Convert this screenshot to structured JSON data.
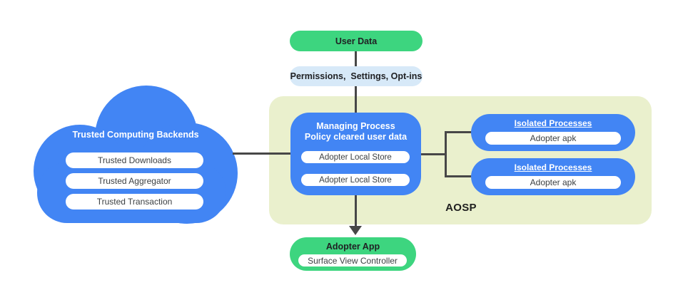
{
  "colors": {
    "blue": "#4285F4",
    "green": "#3DD57F",
    "light_blue": "#D7E9F8",
    "aosp_bg": "#EAF0CD",
    "line": "#474747",
    "dark_text": "#202124",
    "pill_text": "#3C4043"
  },
  "flow": {
    "user_data_label": "User Data",
    "permissions_label": "Permissions,  Settings, Opt-ins"
  },
  "cloud": {
    "title": "Trusted Computing Backends",
    "items": [
      "Trusted Downloads",
      "Trusted Aggregator",
      "Trusted Transaction"
    ]
  },
  "aosp": {
    "label": "AOSP",
    "managing_process": {
      "title_line1": "Managing Process",
      "title_line2": "Policy cleared user data",
      "stores": [
        "Adopter Local Store",
        "Adopter Local Store"
      ]
    },
    "isolated_processes": [
      {
        "title": "Isolated Processes",
        "item": "Adopter apk"
      },
      {
        "title": "Isolated Processes",
        "item": "Adopter apk"
      }
    ]
  },
  "adopter_app": {
    "title": "Adopter App",
    "item": "Surface View Controller"
  }
}
